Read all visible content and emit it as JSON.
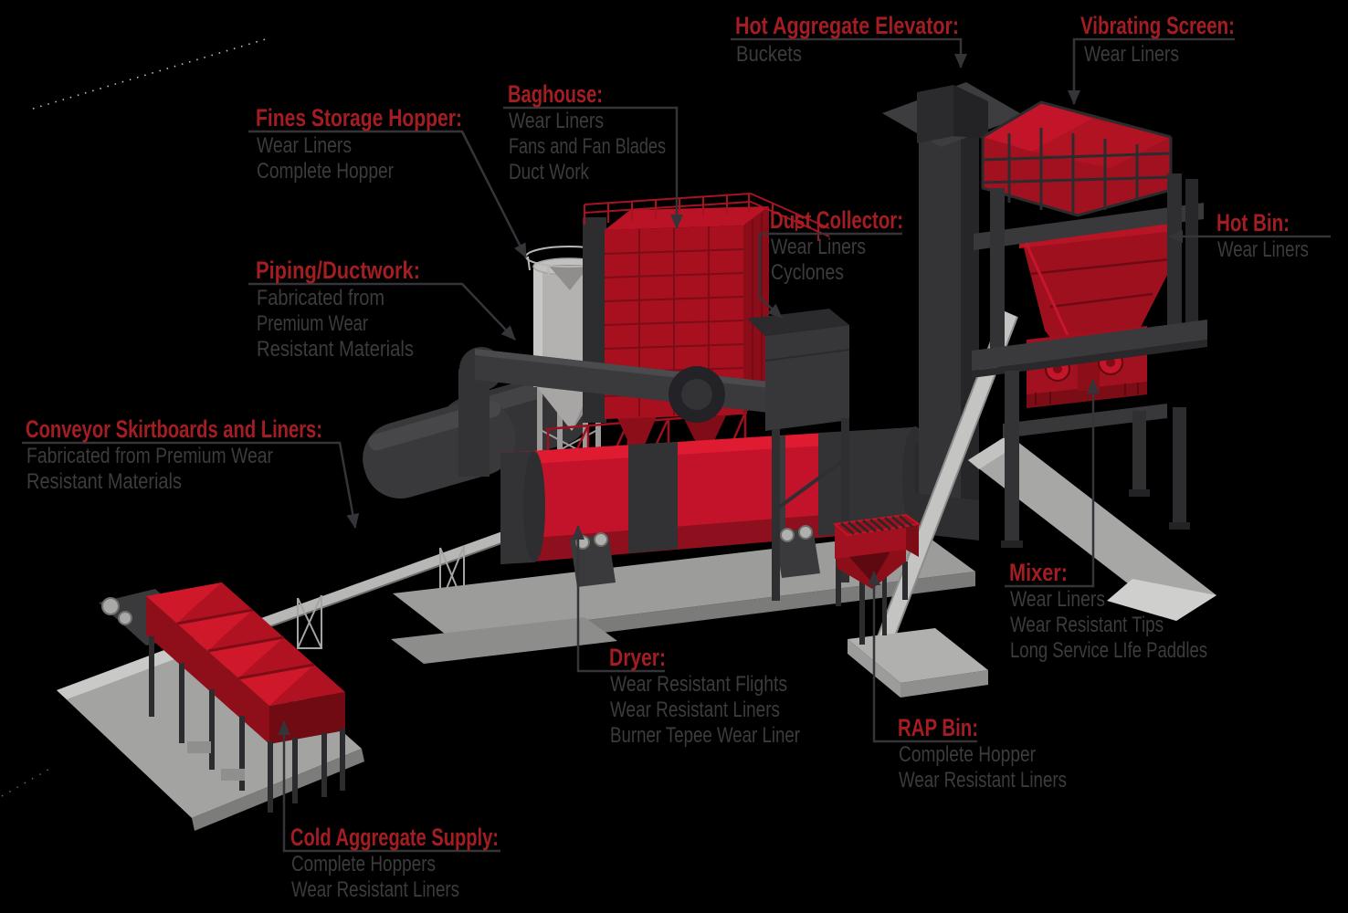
{
  "palette": {
    "background": "#000000",
    "heading_red": "#A31D22",
    "body_gray": "#3C3B3D",
    "leader_dark": "#353438",
    "machine_red_light": "#C8142B",
    "machine_red": "#A81020",
    "machine_red_dark": "#7E0C16",
    "machine_dark": "#343336",
    "machine_darker": "#232225",
    "gray_light": "#C6C6C4",
    "gray_mid": "#A3A3A1",
    "gray_dark": "#7C7C7A"
  },
  "labels": {
    "hot_aggregate_elevator": {
      "title": "Hot Aggregate Elevator:",
      "line1": "Buckets"
    },
    "vibrating_screen": {
      "title": "Vibrating Screen:",
      "line1": "Wear Liners"
    },
    "fines_storage_hopper": {
      "title": "Fines Storage Hopper:",
      "line1": "Wear Liners",
      "line2": "Complete Hopper"
    },
    "baghouse": {
      "title": "Baghouse:",
      "line1": "Wear Liners",
      "line2": "Fans and Fan Blades",
      "line3": "Duct Work"
    },
    "piping_ductwork": {
      "title": "Piping/Ductwork:",
      "line1": "Fabricated from",
      "line2": "Premium Wear",
      "line3": "Resistant Materials"
    },
    "dust_collector": {
      "title": "Dust Collector:",
      "line1": "Wear Liners",
      "line2": "Cyclones"
    },
    "hot_bin": {
      "title": "Hot Bin:",
      "line1": "Wear Liners"
    },
    "conveyor_skirtboards": {
      "title": "Conveyor Skirtboards and Liners:",
      "line1": "Fabricated from Premium Wear",
      "line2": "Resistant Materials"
    },
    "mixer": {
      "title": "Mixer:",
      "line1": "Wear Liners",
      "line2": "Wear Resistant Tips",
      "line3": "Long Service LIfe Paddles"
    },
    "dryer": {
      "title": "Dryer:",
      "line1": "Wear Resistant Flights",
      "line2": "Wear Resistant Liners",
      "line3": "Burner Tepee Wear Liner"
    },
    "rap_bin": {
      "title": "RAP Bin:",
      "line1": "Complete Hopper",
      "line2": "Wear Resistant Liners"
    },
    "cold_aggregate_supply": {
      "title": "Cold Aggregate Supply:",
      "line1": "Complete Hoppers",
      "line2": "Wear Resistant Liners"
    }
  }
}
